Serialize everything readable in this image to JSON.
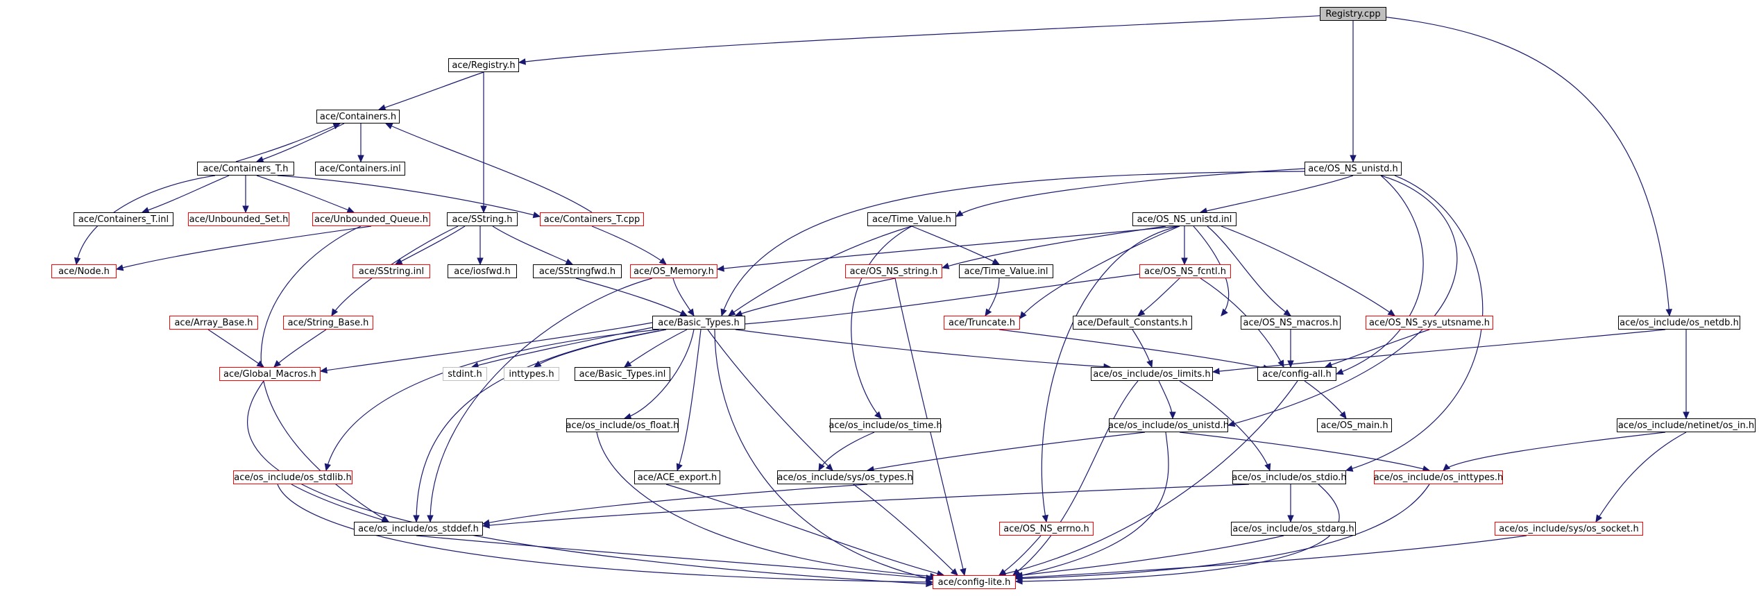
{
  "colors": {
    "edge": "#191970",
    "node_border_default": "#000000",
    "node_border_truncated": "#ff0000",
    "node_border_missing": "#bfbfbf",
    "root_fill": "#bfbfbf"
  },
  "nodes": {
    "registry_cpp": "Registry.cpp",
    "registry_h": "ace/Registry.h",
    "containers_h": "ace/Containers.h",
    "containers_t_h": "ace/Containers_T.h",
    "containers_inl": "ace/Containers.inl",
    "containers_t_inl": "ace/Containers_T.inl",
    "unbounded_set_h": "ace/Unbounded_Set.h",
    "unbounded_queue_h": "ace/Unbounded_Queue.h",
    "sstring_h": "ace/SString.h",
    "containers_t_cpp": "ace/Containers_T.cpp",
    "node_h": "ace/Node.h",
    "sstring_inl": "ace/SString.inl",
    "iosfwd_h": "ace/iosfwd.h",
    "sstringfwd_h": "ace/SStringfwd.h",
    "os_memory_h": "ace/OS_Memory.h",
    "array_base_h": "ace/Array_Base.h",
    "string_base_h": "ace/String_Base.h",
    "basic_types_h": "ace/Basic_Types.h",
    "global_macros_h": "ace/Global_Macros.h",
    "stdint_h": "stdint.h",
    "inttypes_h": "inttypes.h",
    "basic_types_inl": "ace/Basic_Types.inl",
    "os_ns_unistd_h": "ace/OS_NS_unistd.h",
    "time_value_h": "ace/Time_Value.h",
    "os_ns_unistd_inl": "ace/OS_NS_unistd.inl",
    "os_ns_string_h": "ace/OS_NS_string.h",
    "time_value_inl": "ace/Time_Value.inl",
    "os_ns_fcntl_h": "ace/OS_NS_fcntl.h",
    "truncate_h": "ace/Truncate.h",
    "default_constants_h": "ace/Default_Constants.h",
    "os_ns_macros_h": "ace/OS_NS_macros.h",
    "os_ns_sys_utsname_h": "ace/OS_NS_sys_utsname.h",
    "os_netdb_h": "ace/os_include/os_netdb.h",
    "os_limits_h": "ace/os_include/os_limits.h",
    "config_all_h": "ace/config-all.h",
    "os_float_h": "ace/os_include/os_float.h",
    "os_time_h": "ace/os_include/os_time.h",
    "os_unistd_h": "ace/os_include/os_unistd.h",
    "os_main_h": "ace/OS_main.h",
    "netinet_os_in_h": "ace/os_include/netinet/os_in.h",
    "os_stdlib_h": "ace/os_include/os_stdlib.h",
    "ace_export_h": "ace/ACE_export.h",
    "sys_os_types_h": "ace/os_include/sys/os_types.h",
    "os_stdio_h": "ace/os_include/os_stdio.h",
    "os_inttypes_h": "ace/os_include/os_inttypes.h",
    "os_stddef_h": "ace/os_include/os_stddef.h",
    "os_ns_errno_h": "ace/OS_NS_errno.h",
    "os_stdarg_h": "ace/os_include/os_stdarg.h",
    "sys_os_socket_h": "ace/os_include/sys/os_socket.h",
    "config_lite_h": "ace/config-lite.h"
  }
}
